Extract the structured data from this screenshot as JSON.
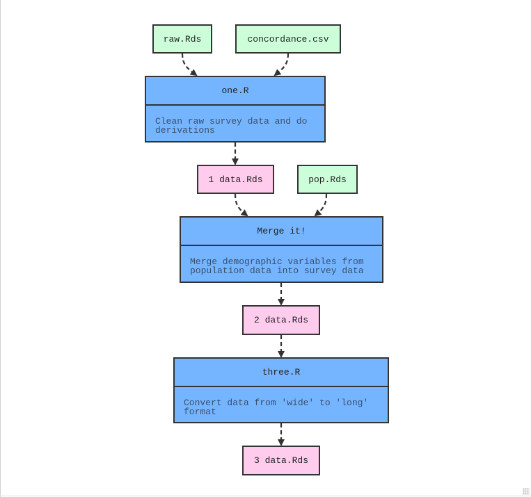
{
  "nodes": {
    "raw_rds": {
      "label": "raw.Rds"
    },
    "concordance_csv": {
      "label": "concordance.csv"
    },
    "one_r": {
      "title": "one.R",
      "description": "Clean raw survey data and do derivations"
    },
    "data1_rds": {
      "label": "1 data.Rds"
    },
    "pop_rds": {
      "label": "pop.Rds"
    },
    "merge_it": {
      "title": "Merge it!",
      "description": "Merge demographic variables from population data into survey data"
    },
    "data2_rds": {
      "label": "2 data.Rds"
    },
    "three_r": {
      "title": "three.R",
      "description": "Convert data from 'wide' to 'long' format"
    },
    "data3_rds": {
      "label": "3 data.Rds"
    }
  },
  "colors": {
    "input_file": "#ccffd9",
    "output_file": "#ffccee",
    "script": "#75b5ff",
    "border": "#333333"
  },
  "edges": [
    {
      "from": "raw.Rds",
      "to": "one.R"
    },
    {
      "from": "concordance.csv",
      "to": "one.R"
    },
    {
      "from": "one.R",
      "to": "1 data.Rds"
    },
    {
      "from": "1 data.Rds",
      "to": "Merge it!"
    },
    {
      "from": "pop.Rds",
      "to": "Merge it!"
    },
    {
      "from": "Merge it!",
      "to": "2 data.Rds"
    },
    {
      "from": "2 data.Rds",
      "to": "three.R"
    },
    {
      "from": "three.R",
      "to": "3 data.Rds"
    }
  ]
}
